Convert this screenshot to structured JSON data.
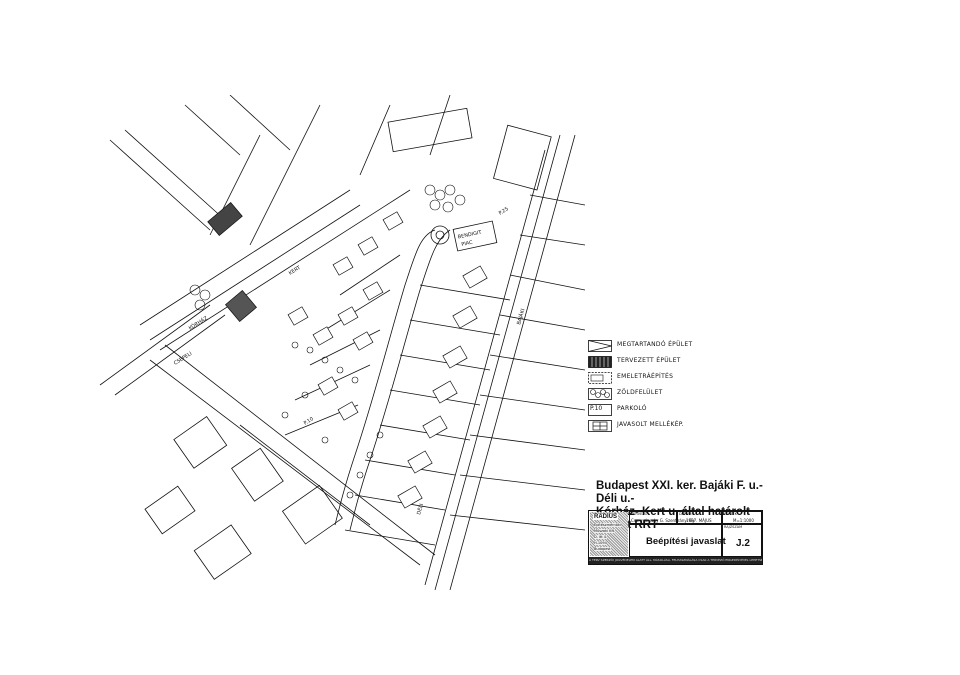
{
  "legend": {
    "items": [
      {
        "label": "MEGTARTANDÓ ÉPÜLET",
        "symbol": "triangle-box"
      },
      {
        "label": "TERVEZETT ÉPÜLET",
        "symbol": "hatched-box"
      },
      {
        "label": "EMELETRÁÉPÍTÉS",
        "symbol": "dashed-box"
      },
      {
        "label": "ZÖLDFELÜLET",
        "symbol": "cloud-box"
      },
      {
        "label": "PARKOLÓ",
        "symbol": "p-box",
        "abbr": "P.10"
      },
      {
        "label": "JAVASOLT MELLÉKÉP.",
        "symbol": "cross-box"
      }
    ]
  },
  "title": {
    "line1": "Budapest XXI. ker. Bajáki F. u.- Déli u.-",
    "line2": "Kórház- Kert u. által határolt terület RRT"
  },
  "title_block": {
    "logo": "RADIUS",
    "logo_lines": [
      "Építészmérnöki",
      "Műszaki Kft.",
      "D. itt 4.",
      "H-1094",
      "Budapest"
    ],
    "designer_label": "TERVEZŐ",
    "designer": "Csornyánszky G. Szentirányi Gy",
    "date_label": "DÁTUM",
    "date": "1997. MÁJUS",
    "scale_label": "LÉPTÉK",
    "scale": "M=1:1000",
    "drawing_title": "Beépítési javaslat",
    "number_label": "RAJZSZÁM",
    "number": "J.2",
    "footer": "A TERV SZERZŐI JOGVÉDELEM ALATT ÁLL. MÁSOLÁSA, FELHASZNÁLÁSA CSAK A TERVEZŐ ENGEDÉLYÉVEL LEHETSÉGES."
  },
  "map_labels": {
    "l1": "BENDIGIT",
    "l2": "PIAC",
    "l3": "CSEPELI",
    "l4": "KÓRHÁZ",
    "l5": "DÉLI",
    "l6": "BAJÁKI",
    "l7": "KERT",
    "l8": "P.10",
    "l9": "P.25"
  },
  "colors": {
    "ink": "#111111",
    "paper": "#ffffff",
    "hatch": "#333333"
  }
}
